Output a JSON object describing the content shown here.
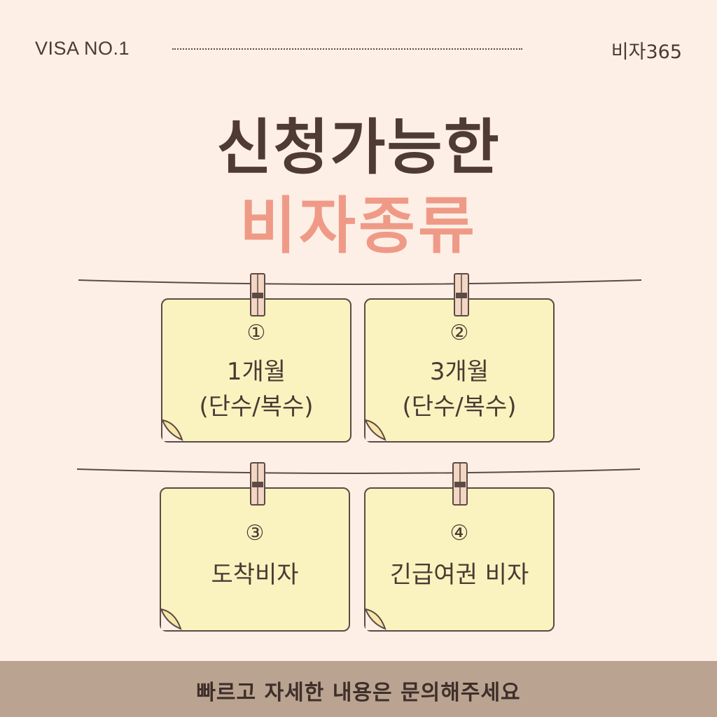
{
  "header": {
    "left_label": "VISA NO.1",
    "right_label": "비자365"
  },
  "title": {
    "line1": "신청가능한",
    "line2": "비자종류"
  },
  "cards": [
    {
      "number": "①",
      "line1": "1개월",
      "line2": "(단수/복수)"
    },
    {
      "number": "②",
      "line1": "3개월",
      "line2": "(단수/복수)"
    },
    {
      "number": "③",
      "line1": "도착비자",
      "line2": ""
    },
    {
      "number": "④",
      "line1": "긴급여권 비자",
      "line2": ""
    }
  ],
  "footer": {
    "text": "빠르고 자세한 내용은 문의해주세요"
  },
  "colors": {
    "background": "#fdefe6",
    "title_dark": "#4f3a34",
    "title_accent": "#ef9a87",
    "note": "#fbf3bf",
    "footer": "#bba391"
  }
}
